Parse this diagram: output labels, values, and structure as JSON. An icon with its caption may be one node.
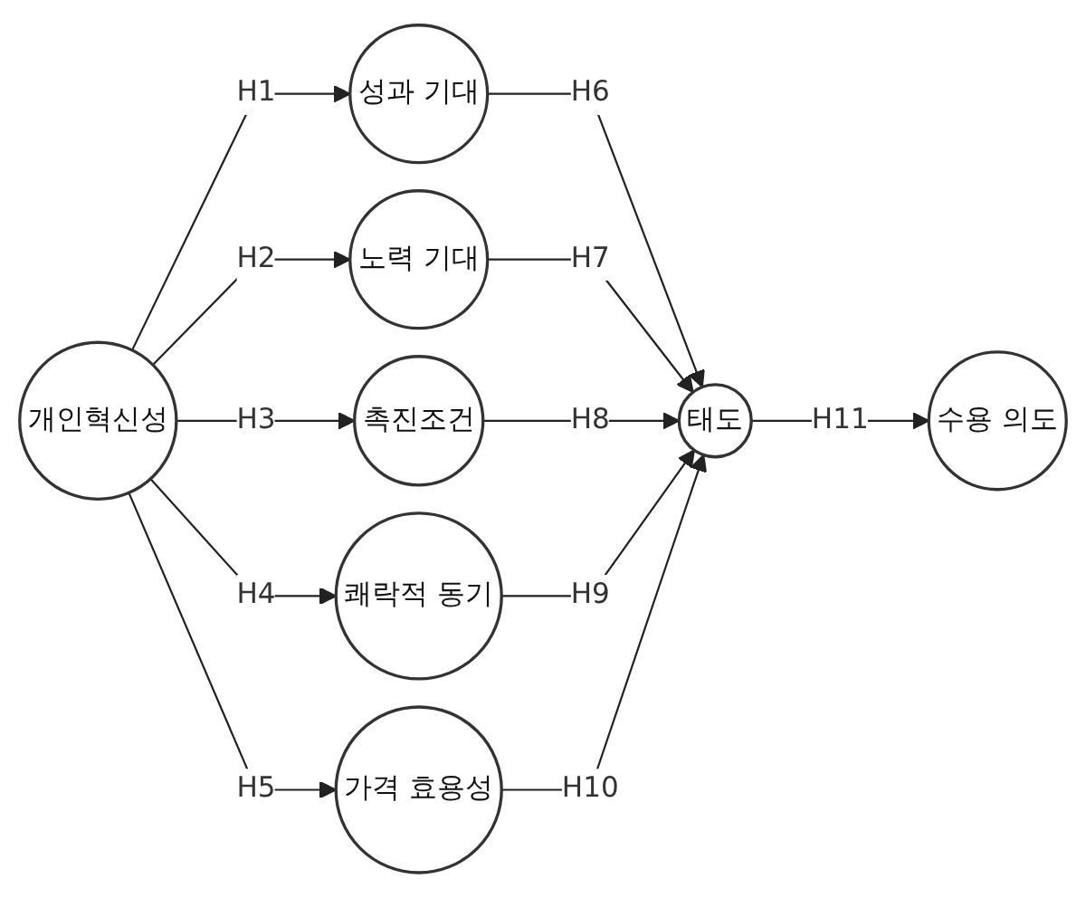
{
  "diagram": {
    "nodes": [
      {
        "text": [
          "개인혁신성"
        ]
      },
      {
        "text": [
          "성과 기대"
        ]
      },
      {
        "text": [
          "노력 기대"
        ]
      },
      {
        "text": [
          "촉진조건"
        ]
      },
      {
        "text": [
          "쾌락적 동기"
        ]
      },
      {
        "text": [
          "가격 효용성"
        ]
      },
      {
        "text": [
          "태도"
        ]
      },
      {
        "text": [
          "수용 의도"
        ]
      }
    ],
    "edges": [
      {
        "from": 0,
        "to": 1,
        "arrow": "to",
        "label": "H1"
      },
      {
        "from": 0,
        "to": 2,
        "arrow": "to",
        "label": "H2"
      },
      {
        "from": 0,
        "to": 3,
        "arrow": "to",
        "label": "H3"
      },
      {
        "from": 0,
        "to": 4,
        "arrow": "to",
        "label": "H4"
      },
      {
        "from": 0,
        "to": 5,
        "arrow": "to",
        "label": "H5"
      },
      {
        "from": 1,
        "to": 6,
        "arrow": "to",
        "label": "H6"
      },
      {
        "from": 2,
        "to": 6,
        "arrow": "to",
        "label": "H7"
      },
      {
        "from": 3,
        "to": 6,
        "arrow": "to",
        "label": "H8"
      },
      {
        "from": 4,
        "to": 6,
        "arrow": "to",
        "label": "H9"
      },
      {
        "from": 5,
        "to": 6,
        "arrow": "to",
        "label": "H10"
      },
      {
        "from": 6,
        "to": 7,
        "arrow": "to",
        "label": "H11"
      }
    ]
  }
}
